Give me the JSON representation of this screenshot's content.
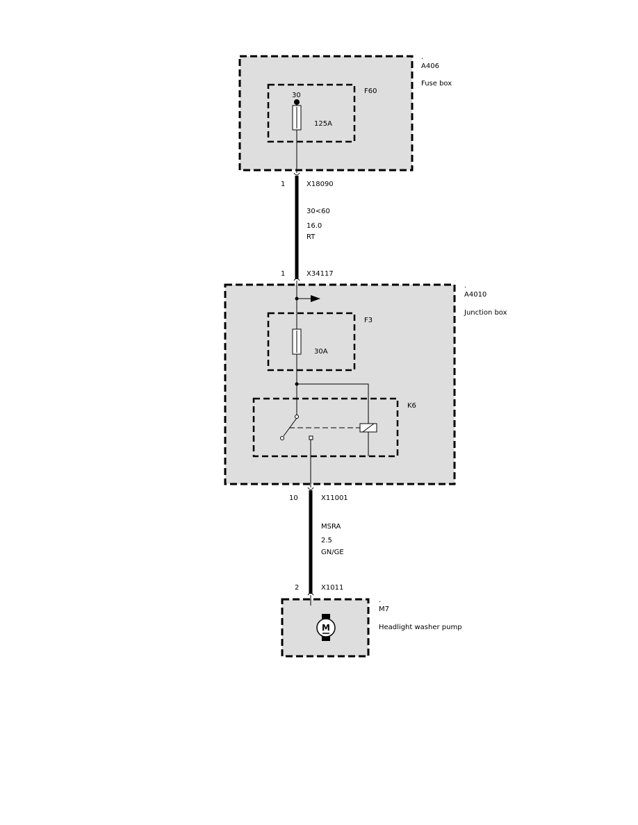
{
  "components": {
    "fuse_box": {
      "dot": ".",
      "id": "A406",
      "name": "Fuse box",
      "fuse": {
        "id": "F60",
        "terminal": "30",
        "rating": "125A"
      }
    },
    "junction_box": {
      "dot": ".",
      "id": "A4010",
      "name": "Junction box",
      "fuse": {
        "id": "F3",
        "rating": "30A"
      },
      "relay": {
        "id": "K6"
      }
    },
    "pump": {
      "dot": ".",
      "id": "M7",
      "name": "Headlight washer pump",
      "motor_symbol": "M"
    }
  },
  "connectors": [
    {
      "pin": "1",
      "id": "X18090"
    },
    {
      "pin": "1",
      "id": "X34117"
    },
    {
      "pin": "10",
      "id": "X11001"
    },
    {
      "pin": "2",
      "id": "X1011"
    }
  ],
  "wires": [
    {
      "circuit": "30<60",
      "gauge": "16.0",
      "color": "RT"
    },
    {
      "circuit": "MSRA",
      "gauge": "2.5",
      "color": "GN/GE"
    }
  ]
}
